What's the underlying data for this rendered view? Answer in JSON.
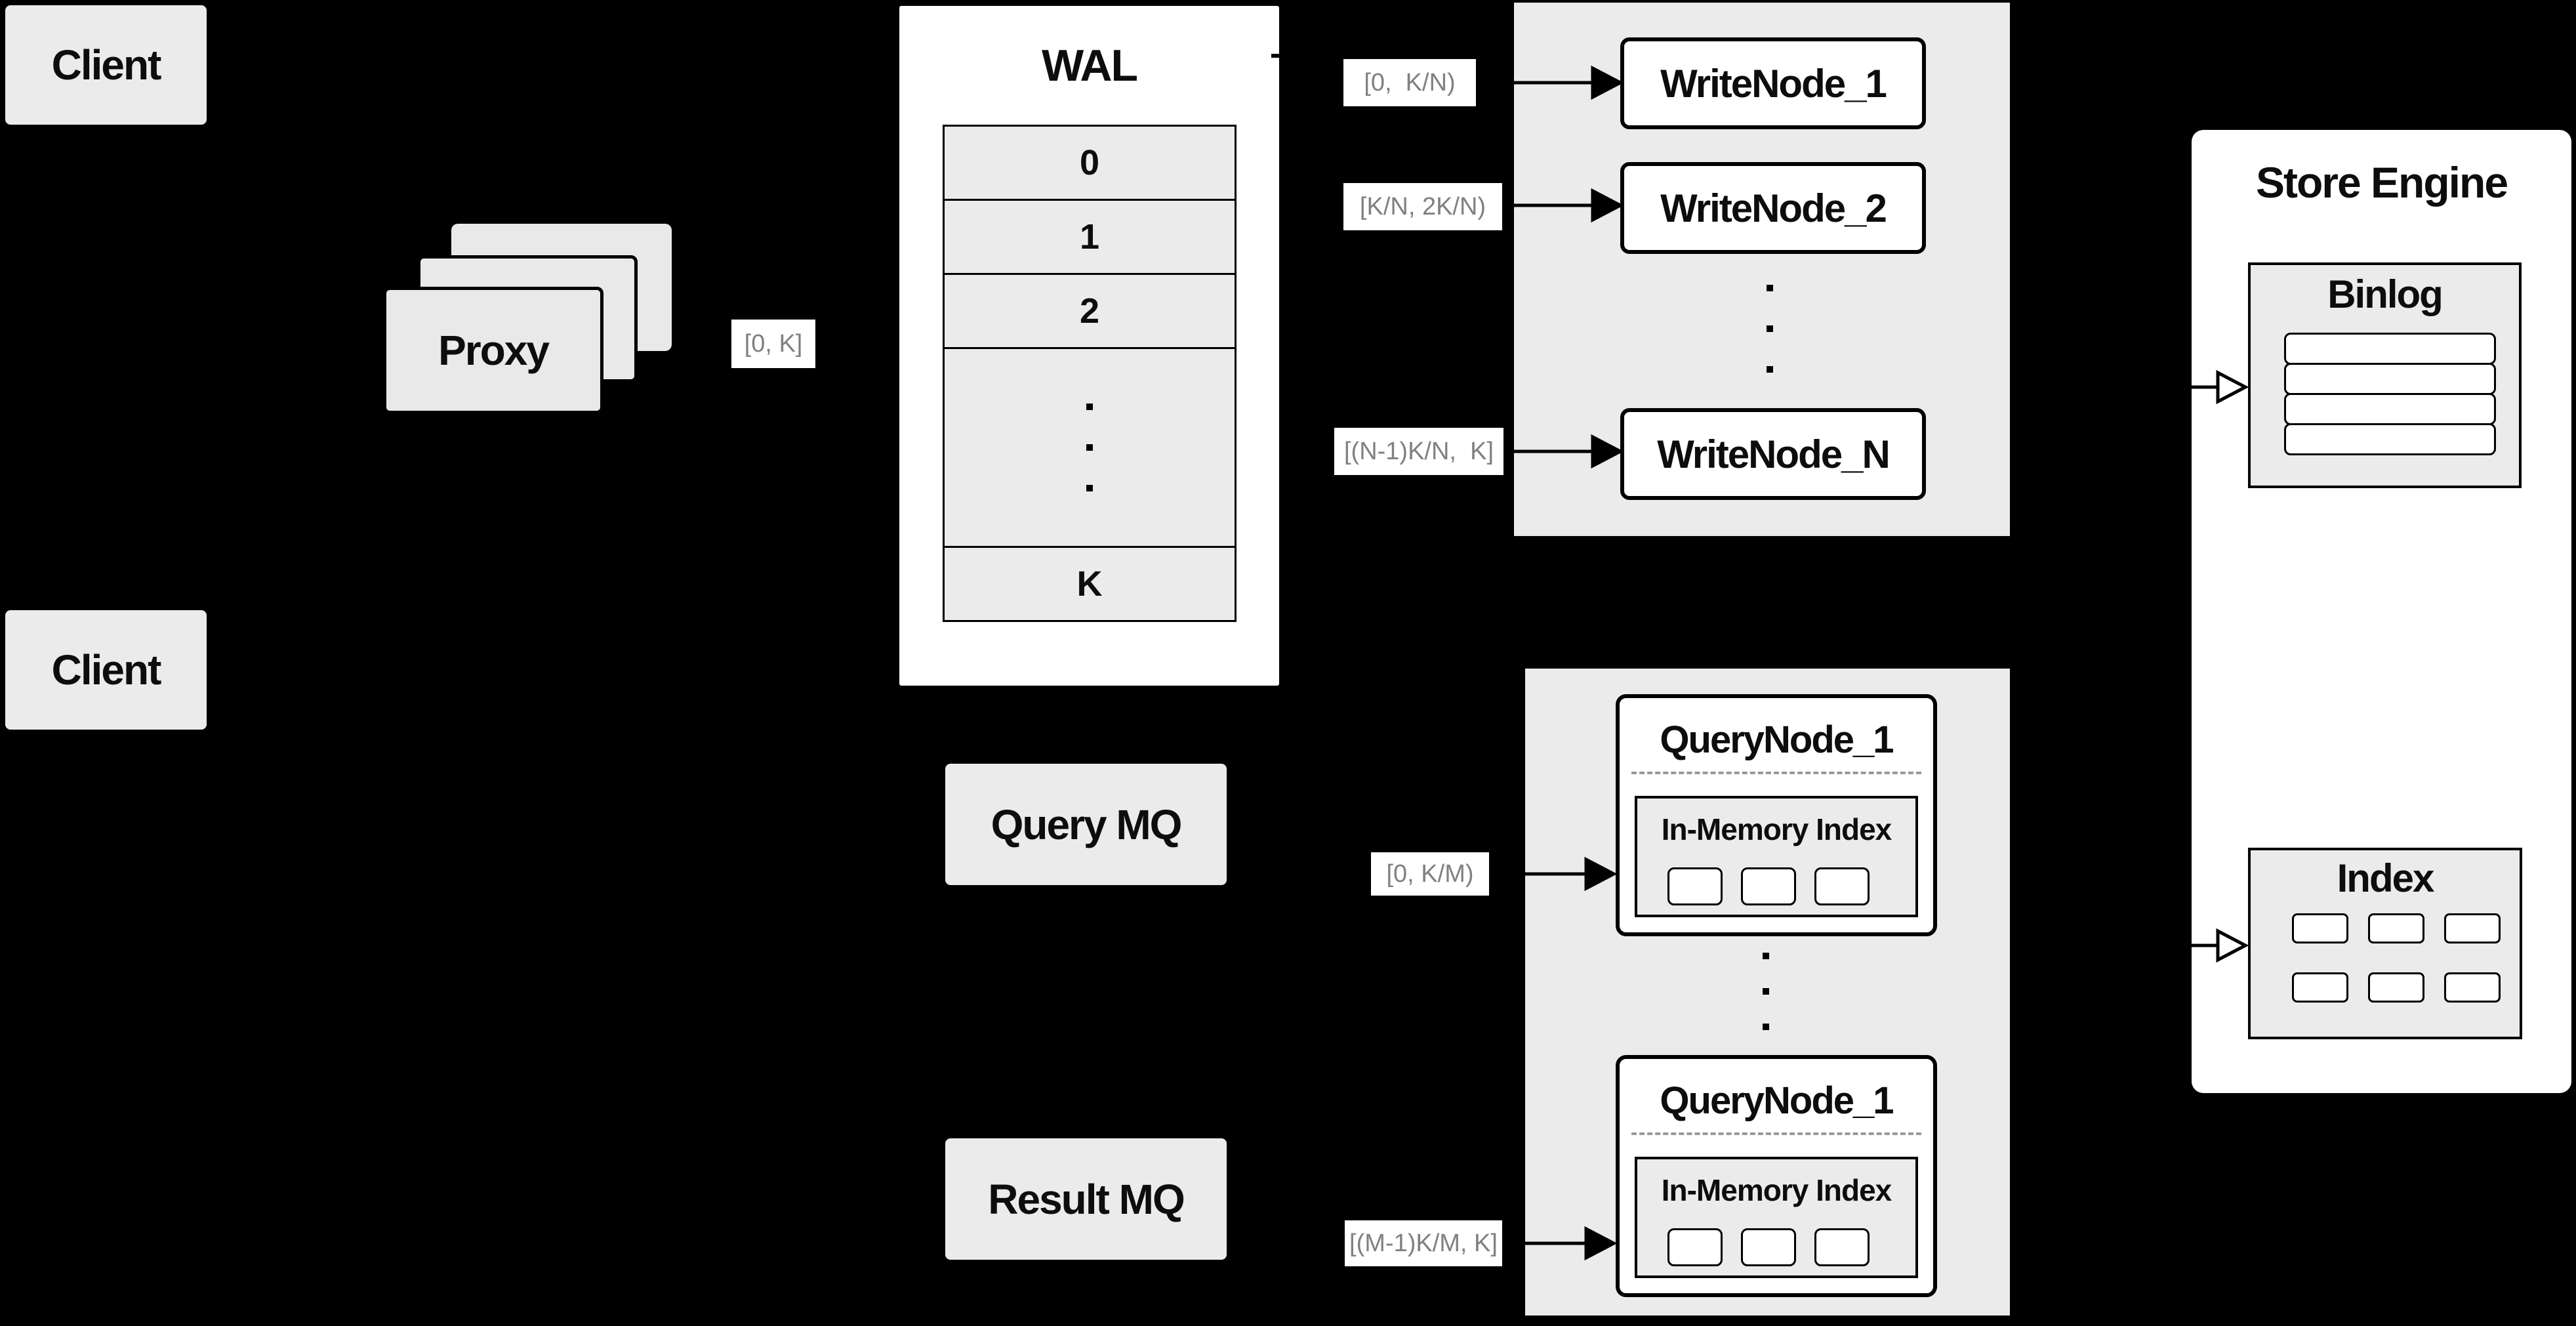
{
  "clients": {
    "top": "Client",
    "bottom": "Client"
  },
  "proxy": {
    "label": "Proxy",
    "range": "[0, K]"
  },
  "wal": {
    "title": "WAL",
    "rows": [
      "0",
      "1",
      "2",
      "K"
    ]
  },
  "write": {
    "nodes": [
      "WriteNode_1",
      "WriteNode_2",
      "WriteNode_N"
    ],
    "ranges": [
      "[0,  K/N)",
      "[K/N, 2K/N)",
      "[(N-1)K/N,  K]"
    ]
  },
  "mq": {
    "query": "Query MQ",
    "result": "Result MQ"
  },
  "query": {
    "ranges": [
      "[0, K/M)",
      "[(M-1)K/M, K]"
    ],
    "nodes": [
      {
        "title": "QueryNode_1",
        "index_title": "In-Memory Index"
      },
      {
        "title": "QueryNode_1",
        "index_title": "In-Memory Index"
      }
    ]
  },
  "store": {
    "title": "Store Engine",
    "binlog_title": "Binlog",
    "index_title": "Index"
  },
  "colors": {
    "background": "#000000",
    "panel_gray": "#ebebeb",
    "node_white": "#ffffff",
    "border_black": "#000000",
    "label_text_gray": "#808080",
    "dashed_divider": "#999999"
  }
}
